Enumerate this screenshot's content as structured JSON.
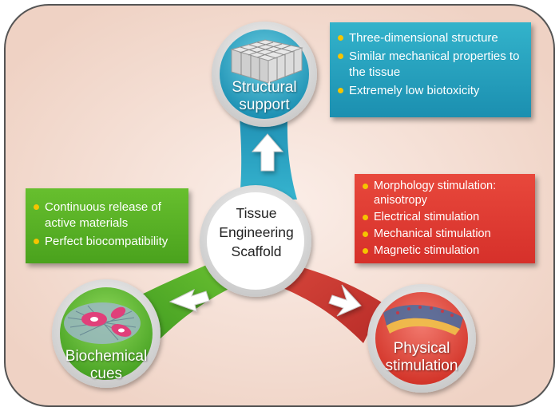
{
  "center": {
    "line1": "Tissue",
    "line2": "Engineering",
    "line3": "Scaffold"
  },
  "nodes": {
    "structural": {
      "line1": "Structural",
      "line2": "support"
    },
    "physical": {
      "line1": "Physical",
      "line2": "stimulation"
    },
    "biochemical": {
      "line1": "Biochemical",
      "line2": "cues"
    }
  },
  "boxes": {
    "structural": {
      "items": [
        "Three-dimensional structure",
        "Similar mechanical properties to the tissue",
        "Extremely low biotoxicity"
      ]
    },
    "physical": {
      "items": [
        "Morphology stimulation: anisotropy",
        "Electrical stimulation",
        "Mechanical stimulation",
        "Magnetic stimulation"
      ]
    },
    "biochemical": {
      "items": [
        "Continuous release of active materials",
        "Perfect biocompatibility"
      ]
    }
  },
  "colors": {
    "structural": "#2aa7c4",
    "physical": "#e0413a",
    "biochemical": "#5bb52a",
    "bullet": "#f5c400",
    "background": "#f4ddd2"
  }
}
